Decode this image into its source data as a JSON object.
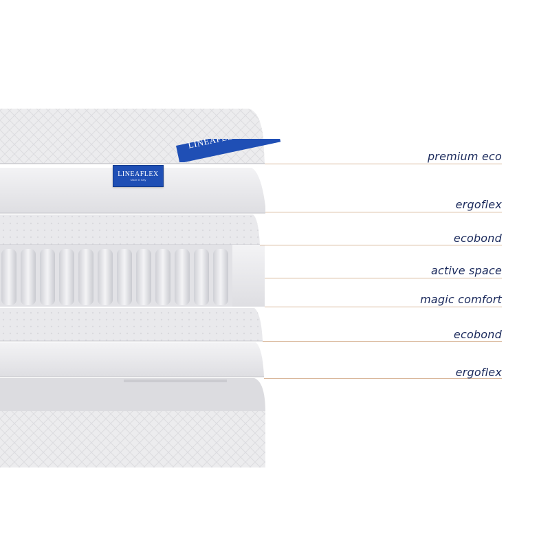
{
  "product": {
    "brand_tag": "LINEAFLEX",
    "brand_tag_sub": "Made in Italy",
    "corner_brand": "LINEAFLEX"
  },
  "layers": [
    {
      "label": "premium eco"
    },
    {
      "label": "ergoflex"
    },
    {
      "label": "ecobond"
    },
    {
      "label": "active space"
    },
    {
      "label": "magic comfort"
    },
    {
      "label": "ecobond"
    },
    {
      "label": "ergoflex"
    }
  ],
  "colors": {
    "label_text": "#1b2a5c",
    "leader_line": "#d9b79a",
    "brand_blue": "#1f4fb5"
  }
}
